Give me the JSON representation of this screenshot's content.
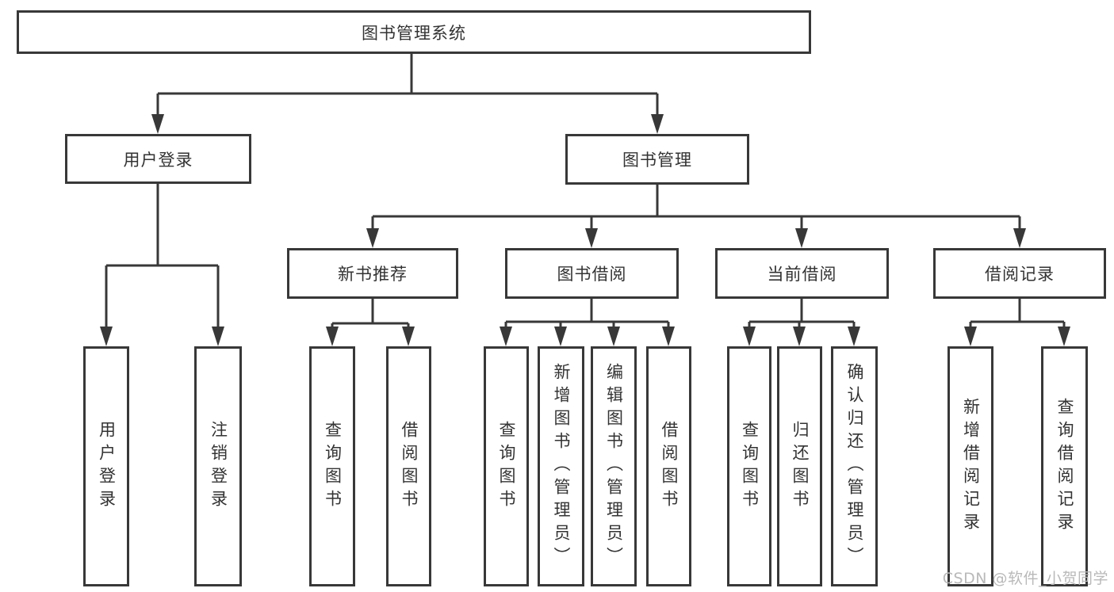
{
  "tree": {
    "root": {
      "label": "图书管理系统"
    },
    "branches": [
      {
        "label": "用户登录",
        "children": [
          {
            "label": "用户登录"
          },
          {
            "label": "注销登录"
          }
        ]
      },
      {
        "label": "图书管理",
        "children": [
          {
            "label": "新书推荐",
            "children": [
              {
                "label": "查询图书"
              },
              {
                "label": "借阅图书"
              }
            ]
          },
          {
            "label": "图书借阅",
            "children": [
              {
                "label": "查询图书"
              },
              {
                "label": "新增图书（管理员）"
              },
              {
                "label": "编辑图书（管理员）"
              },
              {
                "label": "借阅图书"
              }
            ]
          },
          {
            "label": "当前借阅",
            "children": [
              {
                "label": "查询图书"
              },
              {
                "label": "归还图书"
              },
              {
                "label": "确认归还（管理员）"
              }
            ]
          },
          {
            "label": "借阅记录",
            "children": [
              {
                "label": "新增借阅记录"
              },
              {
                "label": "查询借阅记录"
              }
            ]
          }
        ]
      }
    ]
  },
  "watermark": "CSDN @软件_小贺同学",
  "colors": {
    "line": "#383838",
    "text": "#333333",
    "box_background": "#ffffff",
    "watermark": "#b9b9b9",
    "page_background": "#ffffff"
  }
}
